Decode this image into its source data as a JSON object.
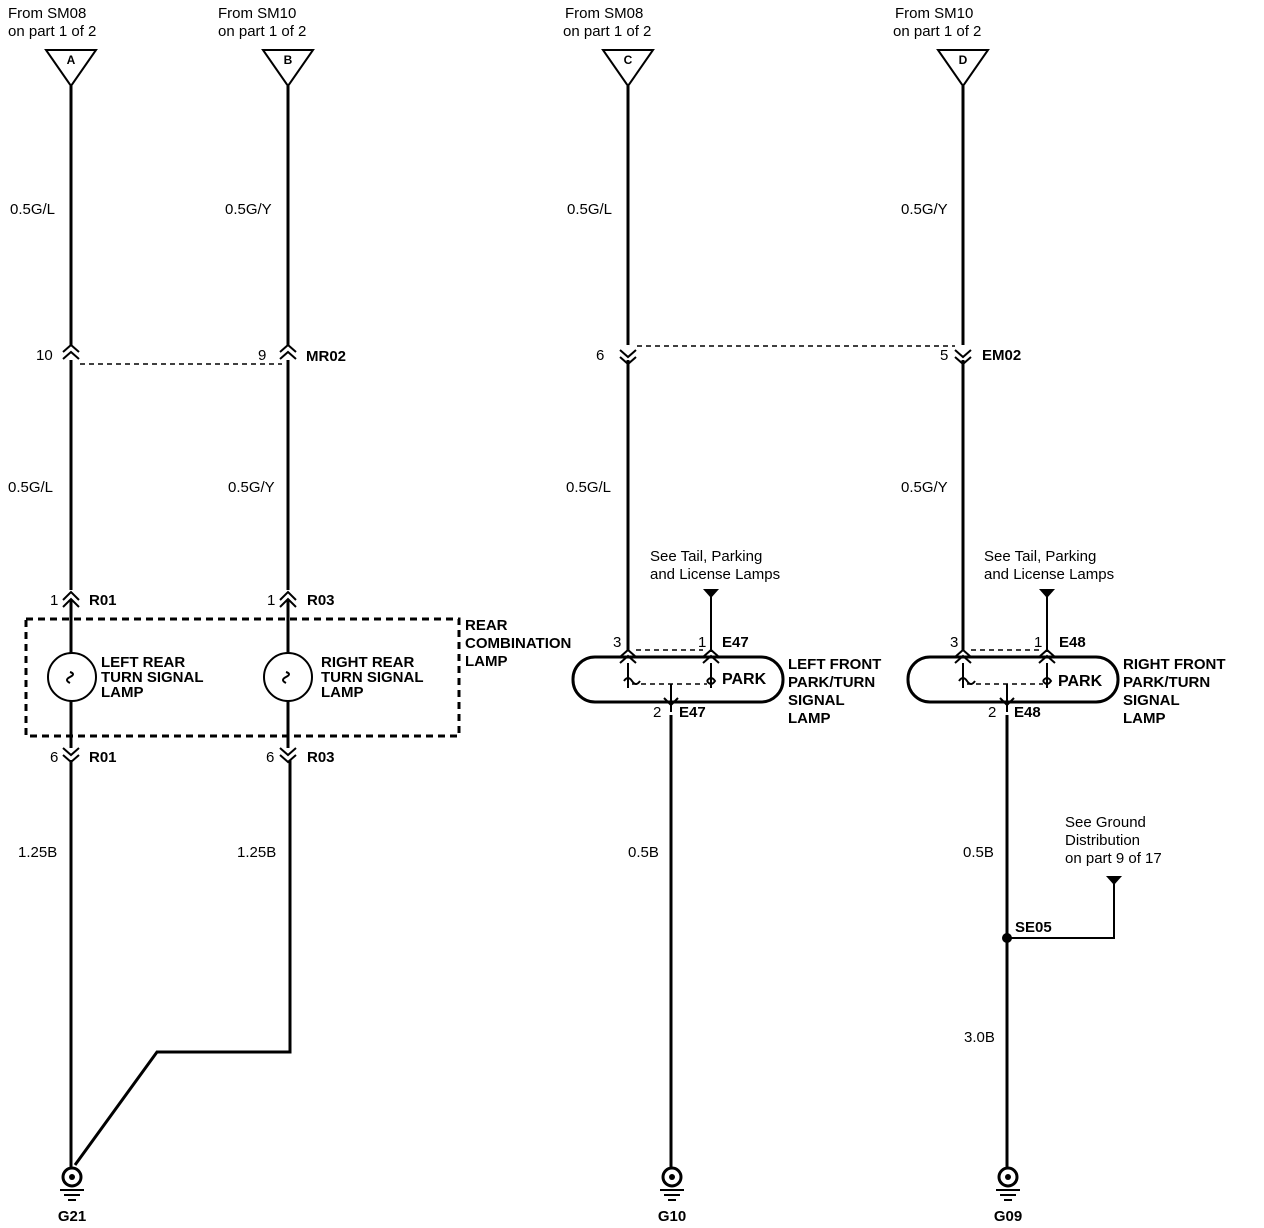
{
  "sources": [
    {
      "line1": "From SM08",
      "line2": "on part 1 of 2",
      "letter": "A"
    },
    {
      "line1": "From SM10",
      "line2": "on part 1 of 2",
      "letter": "B"
    },
    {
      "line1": "From SM08",
      "line2": "on part 1 of 2",
      "letter": "C"
    },
    {
      "line1": "From SM10",
      "line2": "on part 1 of 2",
      "letter": "D"
    }
  ],
  "wires_upper": [
    "0.5G/L",
    "0.5G/Y",
    "0.5G/L",
    "0.5G/Y"
  ],
  "connector_mr02": {
    "pin_a": "10",
    "pin_b": "9",
    "name": "MR02"
  },
  "connector_em02": {
    "pin_c": "6",
    "pin_d": "5",
    "name": "EM02"
  },
  "wires_mid": [
    "0.5G/L",
    "0.5G/Y",
    "0.5G/L",
    "0.5G/Y"
  ],
  "rear": {
    "left_pin_in": "1",
    "left_conn_in": "R01",
    "right_pin_in": "1",
    "right_conn_in": "R03",
    "box_label": [
      "REAR",
      "COMBINATION",
      "LAMP"
    ],
    "left_lamp": [
      "LEFT REAR",
      "TURN SIGNAL",
      "LAMP"
    ],
    "right_lamp": [
      "RIGHT REAR",
      "TURN SIGNAL",
      "LAMP"
    ],
    "left_pin_out": "6",
    "left_conn_out": "R01",
    "right_pin_out": "6",
    "right_conn_out": "R03",
    "left_wire": "1.25B",
    "right_wire": "1.25B",
    "ground": "G21"
  },
  "front_left": {
    "ref_line1": "See Tail, Parking",
    "ref_line2": "and License Lamps",
    "pin3": "3",
    "pin1": "1",
    "conn_top": "E47",
    "park": "PARK",
    "lamp": [
      "LEFT FRONT",
      "PARK/TURN",
      "SIGNAL",
      "LAMP"
    ],
    "pin2": "2",
    "conn_bottom": "E47",
    "wire": "0.5B",
    "ground": "G10"
  },
  "front_right": {
    "ref_line1": "See Tail, Parking",
    "ref_line2": "and License Lamps",
    "pin3": "3",
    "pin1": "1",
    "conn_top": "E48",
    "park": "PARK",
    "lamp": [
      "RIGHT FRONT",
      "PARK/TURN",
      "SIGNAL",
      "LAMP"
    ],
    "pin2": "2",
    "conn_bottom": "E48",
    "wire": "0.5B",
    "ground_ref": [
      "See Ground",
      "Distribution",
      "on part 9 of 17"
    ],
    "splice": "SE05",
    "wire2": "3.0B",
    "ground": "G09"
  }
}
